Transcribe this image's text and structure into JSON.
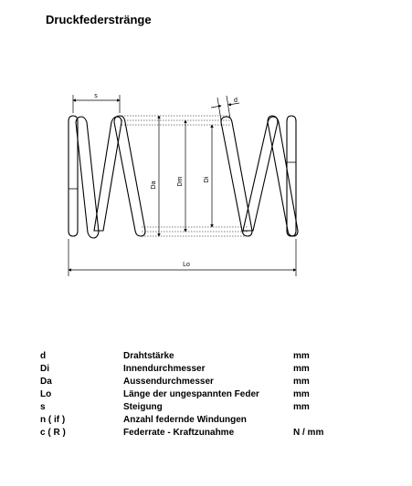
{
  "title": "Druckfederstränge",
  "diagram_labels": {
    "s": "s",
    "d": "d",
    "Da": "Da",
    "Dm": "Dm",
    "Di": "Di",
    "Lo": "Lo"
  },
  "legend": [
    {
      "symbol": "d",
      "description": "Drahtstärke",
      "unit": "mm"
    },
    {
      "symbol": "Di",
      "description": "Innendurchmesser",
      "unit": "mm"
    },
    {
      "symbol": "Da",
      "description": "Aussendurchmesser",
      "unit": "mm"
    },
    {
      "symbol": "Lo",
      "description": "Länge der ungespannten Feder",
      "unit": "mm"
    },
    {
      "symbol": "s",
      "description": "Steigung",
      "unit": "mm"
    },
    {
      "symbol": "n ( if )",
      "description": "Anzahl federnde Windungen",
      "unit": ""
    },
    {
      "symbol": "c ( R )",
      "description": "Federrate - Kraftzunahme",
      "unit": "N / mm"
    }
  ]
}
